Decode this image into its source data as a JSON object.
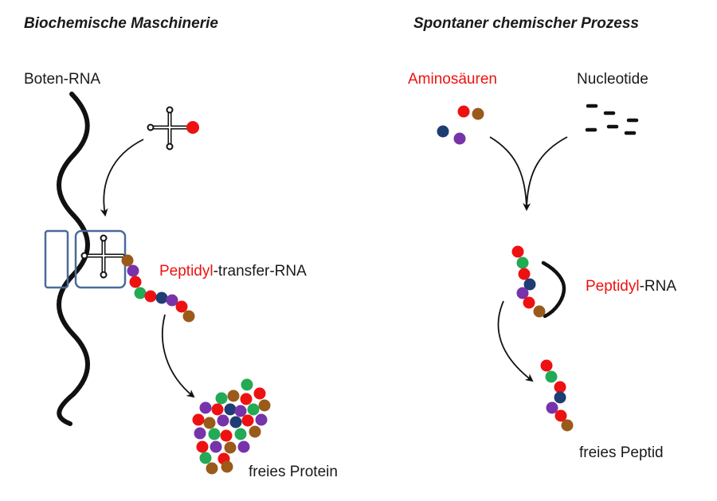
{
  "left_panel": {
    "title": "Biochemische Maschinerie",
    "mrna_label": "Boten-RNA",
    "peptidyl_trna_label": {
      "highlight": "Peptidyl",
      "rest": "-transfer-RNA"
    },
    "protein_label": "freies Protein"
  },
  "right_panel": {
    "title": "Spontaner chemischer Prozess",
    "amino_label": "Aminosäuren",
    "nucleotide_label": "Nucleotide",
    "peptidyl_rna_label": {
      "highlight": "Peptidyl",
      "rest": "-RNA"
    },
    "peptide_label": "freies Peptid"
  },
  "colors": {
    "highlight_text": "#ee1111",
    "red_amino": "#ee1111",
    "green_amino": "#22aa55",
    "purple_amino": "#7733aa",
    "navy_amino": "#1f3d73",
    "brown_amino": "#9a5a1a",
    "ribosome": "#4a6a9a",
    "strand": "#111111"
  }
}
